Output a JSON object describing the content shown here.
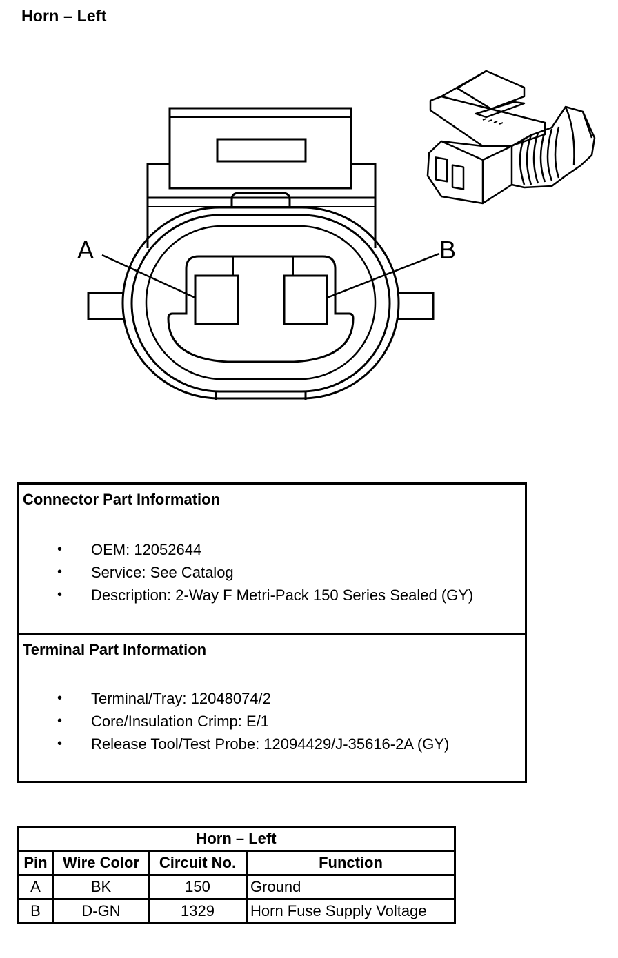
{
  "title": "Horn – Left",
  "diagram": {
    "pin_labels": [
      "A",
      "B"
    ]
  },
  "connector_info": {
    "heading": "Connector Part Information",
    "bullet": "•",
    "items": [
      "OEM: 12052644",
      "Service: See Catalog",
      "Description: 2-Way F Metri-Pack 150 Series Sealed (GY)"
    ]
  },
  "terminal_info": {
    "heading": "Terminal Part Information",
    "items": [
      "Terminal/Tray: 12048074/2",
      "Core/Insulation Crimp: E/1",
      "Release Tool/Test Probe: 12094429/J-35616-2A (GY)"
    ]
  },
  "pin_table": {
    "caption": "Horn – Left",
    "headers": [
      "Pin",
      "Wire Color",
      "Circuit No.",
      "Function"
    ],
    "rows": [
      [
        "A",
        "BK",
        "150",
        "Ground"
      ],
      [
        "B",
        "D-GN",
        "1329",
        "Horn Fuse Supply Voltage"
      ]
    ]
  }
}
